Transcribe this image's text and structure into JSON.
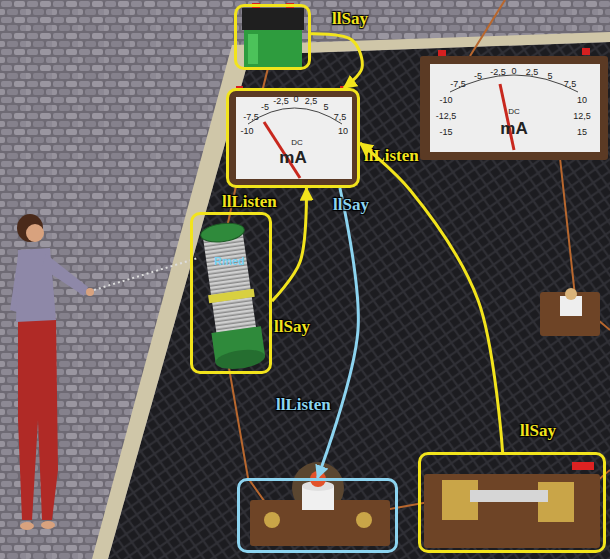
{
  "diagram": {
    "nodes": [
      {
        "text": []
      },
      {
        "text": [
          "-7,5",
          "-5",
          "-2,5",
          "0",
          "2,5",
          "5",
          "7,5",
          "-10",
          "10",
          "DC",
          "mA",
          "llListen",
          "llListen"
        ]
      },
      {
        "text": [
          "Rmed"
        ]
      },
      {
        "text": [
          "llListen"
        ]
      },
      {
        "text": []
      }
    ],
    "edges": [
      {
        "from": 0,
        "to": 1,
        "arrow": "to",
        "label": "llSay"
      },
      {
        "from": 2,
        "to": 1,
        "arrow": "to",
        "label": "llSay"
      },
      {
        "from": 4,
        "to": 1,
        "arrow": "to",
        "label": "llSay"
      },
      {
        "from": 1,
        "to": 3,
        "arrow": "to",
        "label": "llSay"
      }
    ],
    "labels": [
      "-5",
      "-2,5",
      "0",
      "2,5",
      "5",
      "-7,5",
      "7,5",
      "-10",
      "10",
      "-12,5",
      "12,5",
      "-15",
      "15",
      "DC",
      "mA"
    ]
  }
}
